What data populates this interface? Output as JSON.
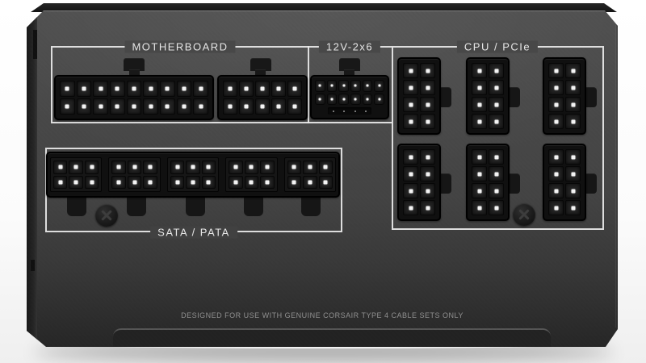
{
  "panel": {
    "sections": [
      {
        "id": "motherboard",
        "label": "MOTHERBOARD"
      },
      {
        "id": "12v-2x6",
        "label": "12V-2x6"
      },
      {
        "id": "cpu-pcie",
        "label": "CPU / PCIe"
      },
      {
        "id": "sata-pata",
        "label": "SATA / PATA"
      }
    ],
    "footer_note": "DESIGNED FOR USE WITH GENUINE CORSAIR TYPE 4 CABLE SETS ONLY"
  },
  "connector_specs": {
    "motherboard_18pin": {
      "type": "ATX 18-pin",
      "cols": 9,
      "rows": 2
    },
    "motherboard_10pin": {
      "type": "ATX 10-pin",
      "cols": 5,
      "rows": 2
    },
    "hpwr_12v2x6": {
      "type": "12V-2x6 12+4-pin",
      "cols": 6,
      "rows": 2,
      "sense_dots": 4
    },
    "cpu_pcie_8pin": {
      "type": "CPU/PCIe 8-pin",
      "cols": 2,
      "rows": 4
    },
    "sata_row": {
      "type": "SATA/PATA 6-pin",
      "groups": 5,
      "cols": 3,
      "rows": 2
    }
  },
  "colors": {
    "face_gray": "#484848",
    "outline_white": "#eaeaea",
    "connector_black": "#101010",
    "pin_dot_white": "#f4f4f4",
    "footer_text": "#919191"
  }
}
